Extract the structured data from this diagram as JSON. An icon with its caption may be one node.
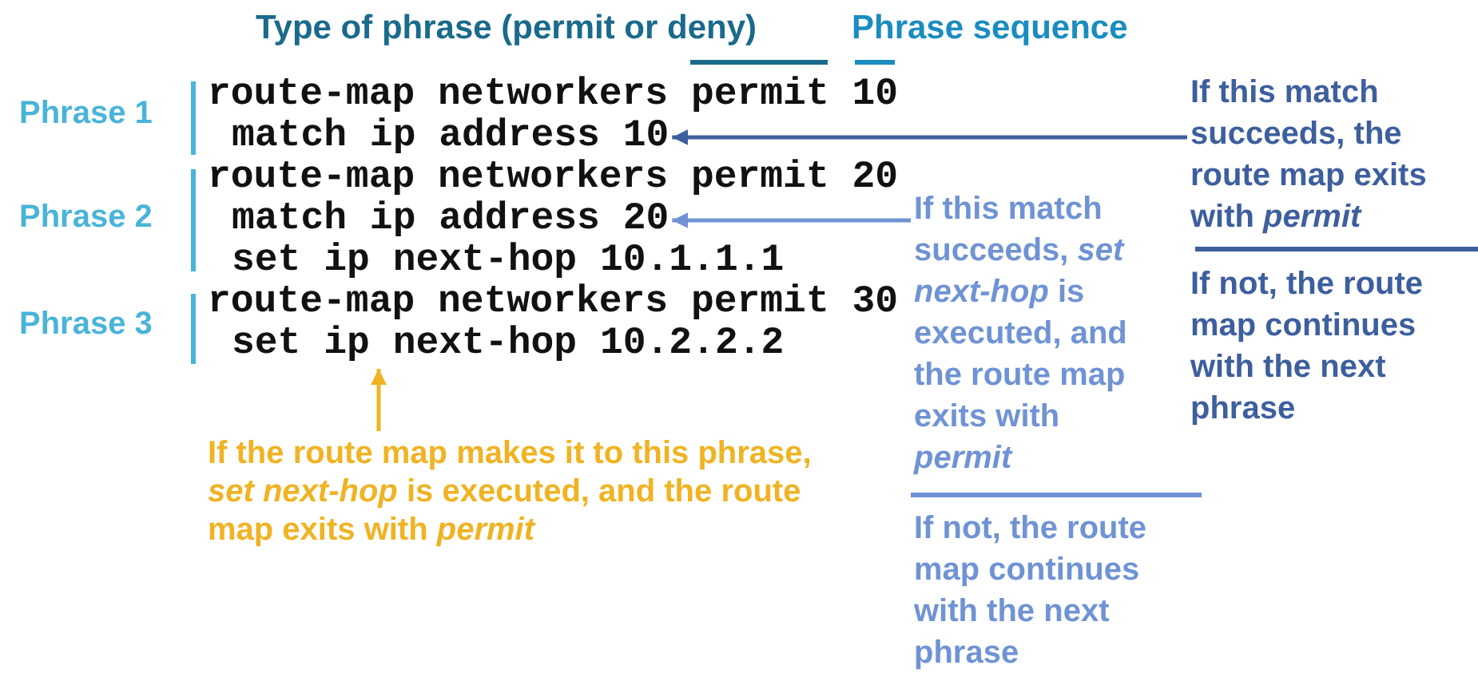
{
  "diagram": {
    "nodes": [
      {
        "text": [
          "match ip address 10"
        ]
      },
      {
        "text": [
          "If this match succeeds, the route map exits with *permit*"
        ]
      },
      {
        "text": [
          "match ip address 20"
        ]
      },
      {
        "text": [
          "If this match succeeds, *set next-hop* is executed, and the route map exits with *permit*"
        ]
      },
      {
        "text": [
          "set ip next-hop 10.2.2.2"
        ]
      },
      {
        "text": [
          "If the route map makes it to this phrase, *set next-hop* is executed, and the route map exits with *permit*"
        ]
      }
    ],
    "edges": [
      {
        "from": 1,
        "to": 0,
        "arrow": "to",
        "color": "#3d5f9e"
      },
      {
        "from": 3,
        "to": 2,
        "arrow": "to",
        "color": "#6f93d4"
      },
      {
        "from": 5,
        "to": 4,
        "arrow": "to",
        "color": "#f0b323"
      }
    ],
    "labels": [
      "Type of phrase (permit or deny)",
      "Phrase sequence",
      "Phrase 1",
      "route-map networkers permit 10",
      "Phrase 2",
      "route-map networkers permit 20",
      "set ip next-hop 10.1.1.1",
      "Phrase 3",
      "route-map networkers permit 30",
      "If not, the route map continues with the next phrase",
      "If not, the route map continues with the next phrase"
    ]
  }
}
